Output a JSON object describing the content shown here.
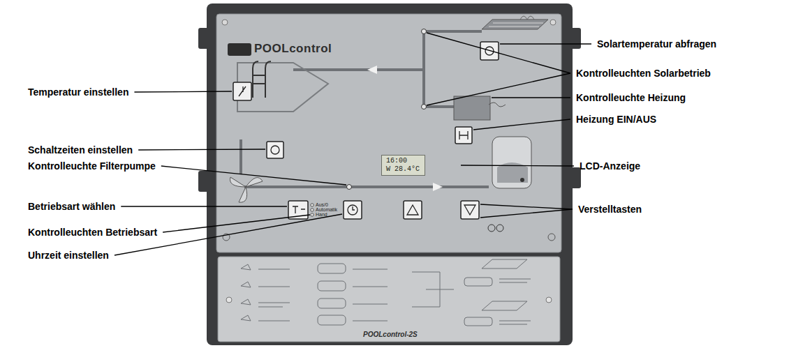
{
  "diagram": {
    "nodes": [
      {
        "text": [
          "16:00",
          "W 28.4°C"
        ]
      }
    ],
    "labels": [
      "POOLcontrol",
      "Solartemperatur abfragen",
      "Kontrolleuchten Solarbetrieb",
      "Temperatur einstellen",
      "Kontrolleuchte Heizung",
      "Heizung EIN/AUS",
      "Schaltzeiten einstellen",
      "LCD-Anzeige",
      "Kontrolleuchte Filterpumpe",
      "Betriebsart wählen",
      "Aus/0",
      "Automatik",
      "Hand",
      "Verstelltasten",
      "Kontrolleuchten Betriebsart",
      "Uhrzeit einstellen",
      "POOLcontrol-2S"
    ]
  }
}
